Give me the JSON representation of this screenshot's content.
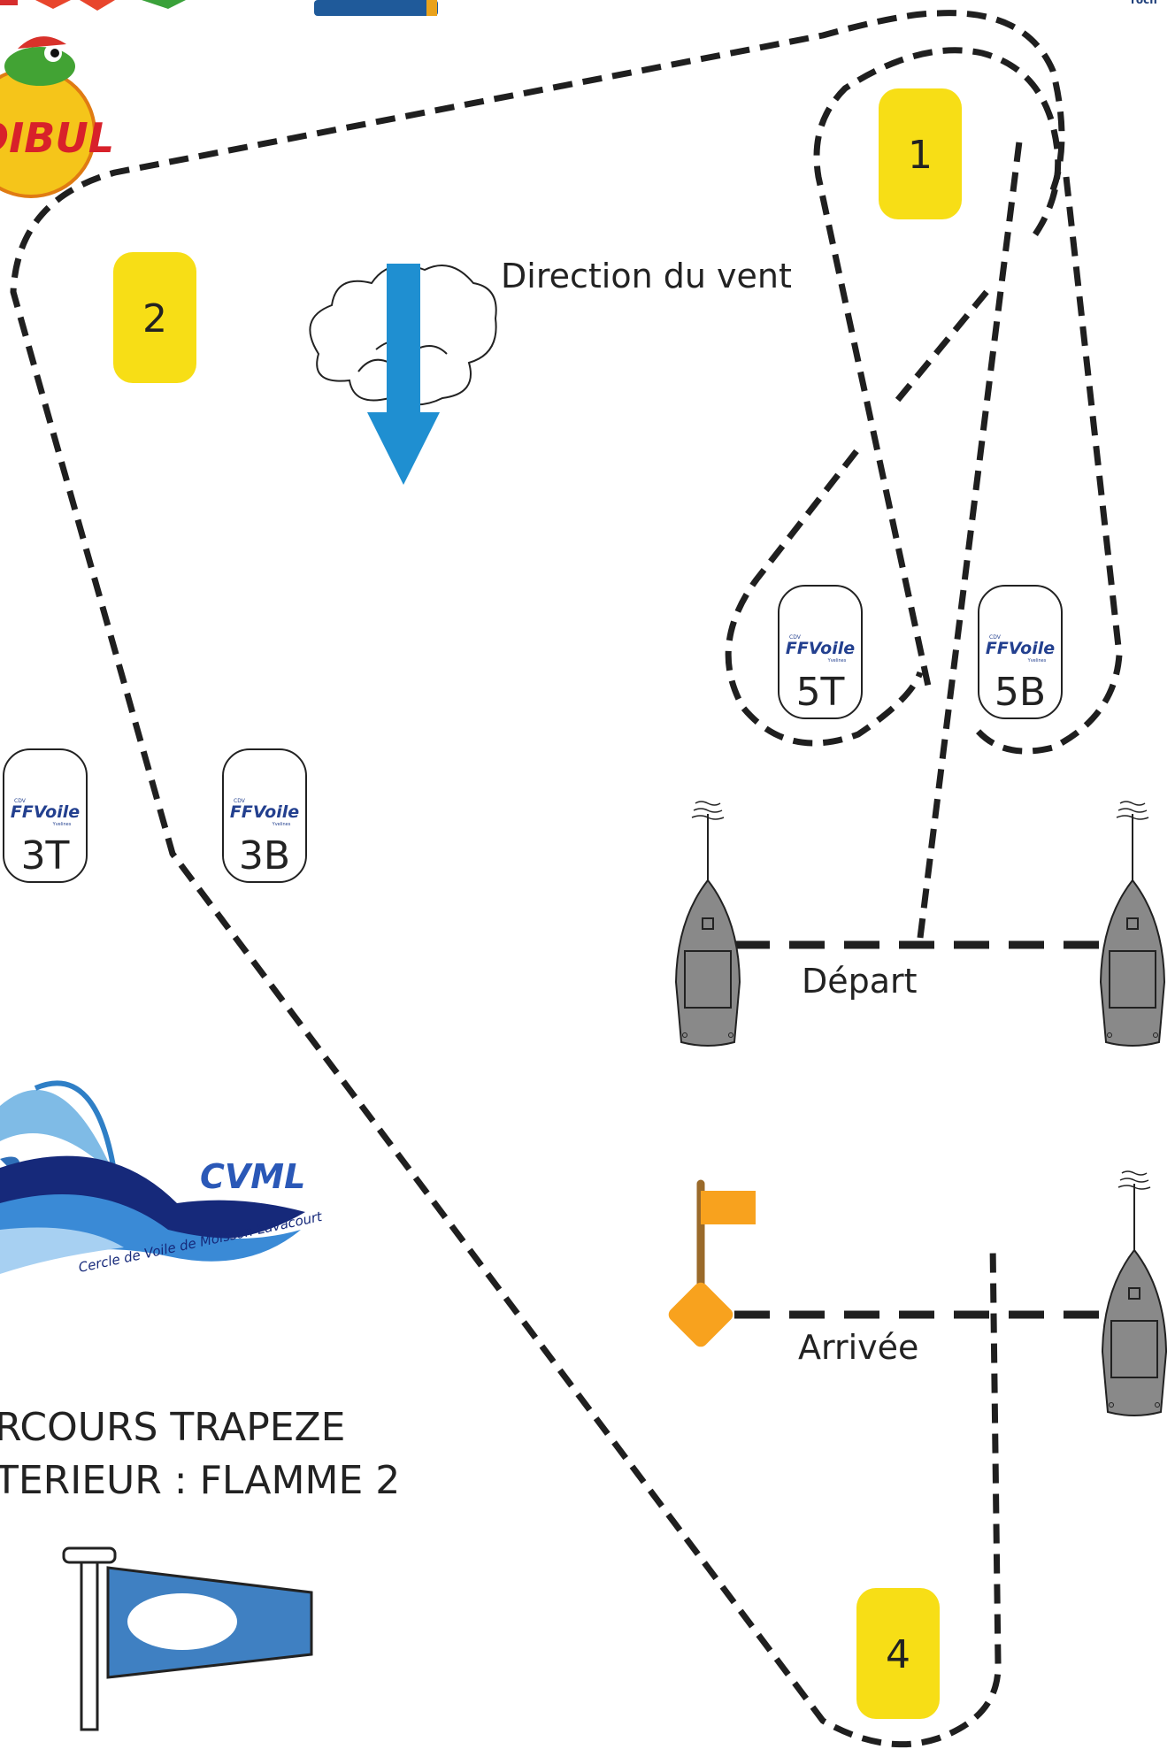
{
  "wind_label": "Direction du vent",
  "marks": {
    "m1": "1",
    "m2": "2",
    "m4": "4",
    "m5t": "5T",
    "m5b": "5B",
    "m3t": "3T",
    "m3b": "3B"
  },
  "ffvoile": {
    "cdv": "CDV",
    "name": "FFVoile",
    "sub": "Yvelines"
  },
  "start_label": "Départ",
  "finish_label": "Arrivée",
  "title_line1": "RCOURS TRAPEZE",
  "title_line2": "TERIEUR : FLAMME 2",
  "club": {
    "short": "CVML",
    "full": "Cercle de Voile de Moisson-Lavacourt"
  },
  "sponsor_top": "DIBUL",
  "colors": {
    "mark_yellow": "#f7de16",
    "wind_blue": "#1f8fd1",
    "flag_orange": "#f8a21e",
    "flag_blue": "#3f80c2",
    "boat_grey": "#898989"
  }
}
